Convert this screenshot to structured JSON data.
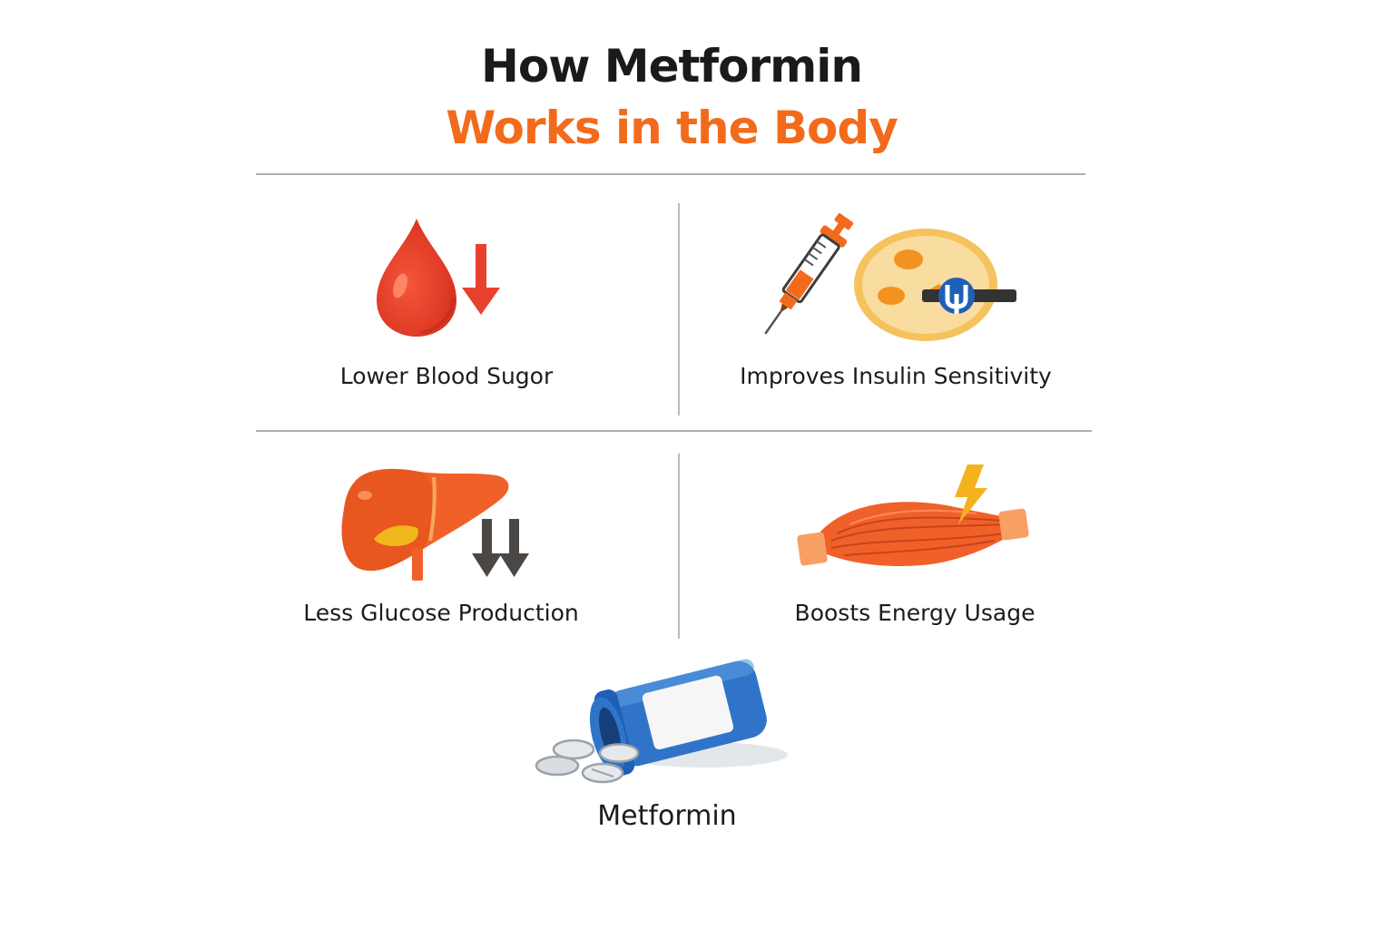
{
  "title": {
    "line1": "How Metformin",
    "line2": "Works in the Body"
  },
  "colors": {
    "accent": "#f26b1d",
    "blood": "#e8412c",
    "arrow_dark": "#4a4744",
    "bottle_blue": "#2f74c9",
    "muscle": "#f0612a",
    "cell_yellow": "#f6c25d"
  },
  "effects": [
    {
      "label": "Lower Blood Sugor",
      "icon": "blood-drop-down-arrow-icon"
    },
    {
      "label": "Improves Insulin Sensitivity",
      "icon": "syringe-and-cell-icon"
    },
    {
      "label": "Less Glucose Production",
      "icon": "liver-double-down-arrow-icon"
    },
    {
      "label": "Boosts Energy Usage",
      "icon": "muscle-lightning-icon"
    }
  ],
  "drug": {
    "label": "Metformin",
    "icon": "pill-bottle-icon"
  }
}
